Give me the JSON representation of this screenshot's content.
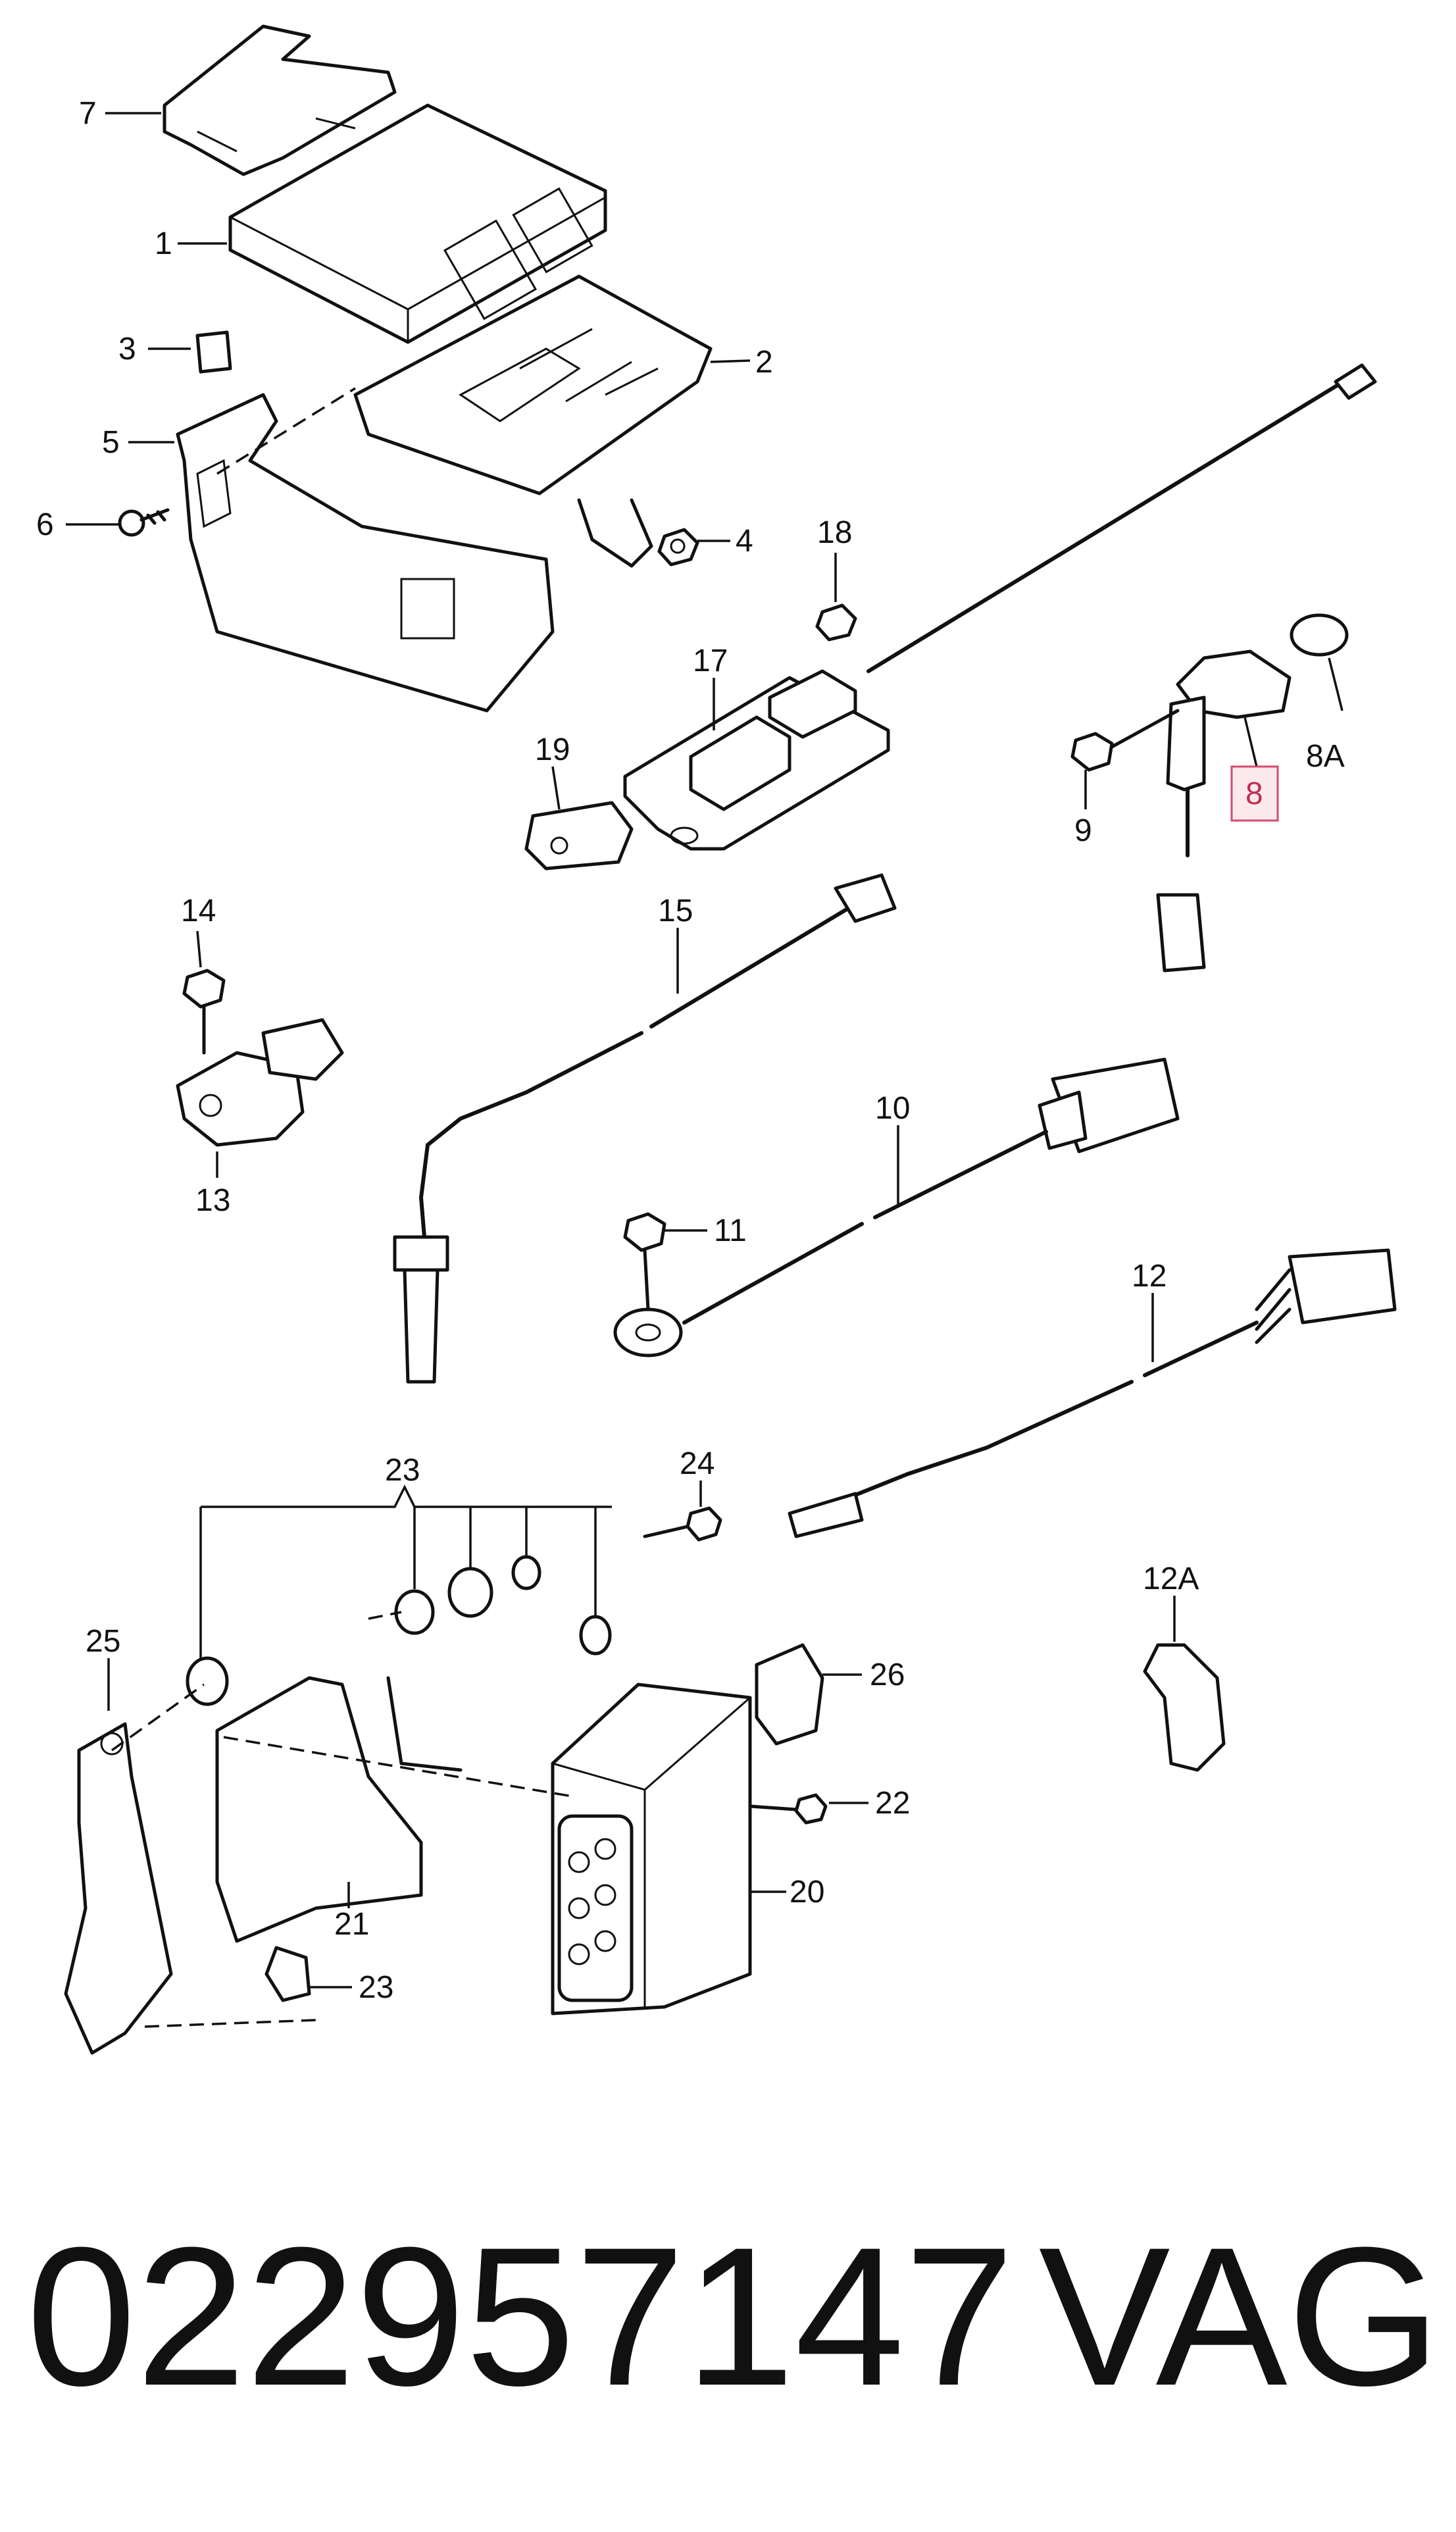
{
  "diagram": {
    "callouts": {
      "c1": "1",
      "c2": "2",
      "c3": "3",
      "c4": "4",
      "c5": "5",
      "c6": "6",
      "c7": "7",
      "c8": "8",
      "c8a": "8A",
      "c9": "9",
      "c10": "10",
      "c11": "11",
      "c12": "12",
      "c12a": "12A",
      "c13": "13",
      "c14": "14",
      "c15": "15",
      "c17": "17",
      "c18": "18",
      "c19": "19",
      "c20": "20",
      "c21": "21",
      "c22": "22",
      "c23_top": "23",
      "c23_bottom": "23",
      "c24": "24",
      "c25": "25",
      "c26": "26"
    },
    "highlighted_callout": "8",
    "highlight_color": "#d24b6d"
  },
  "footer": {
    "part_number": "022957147",
    "brand": "VAG"
  }
}
